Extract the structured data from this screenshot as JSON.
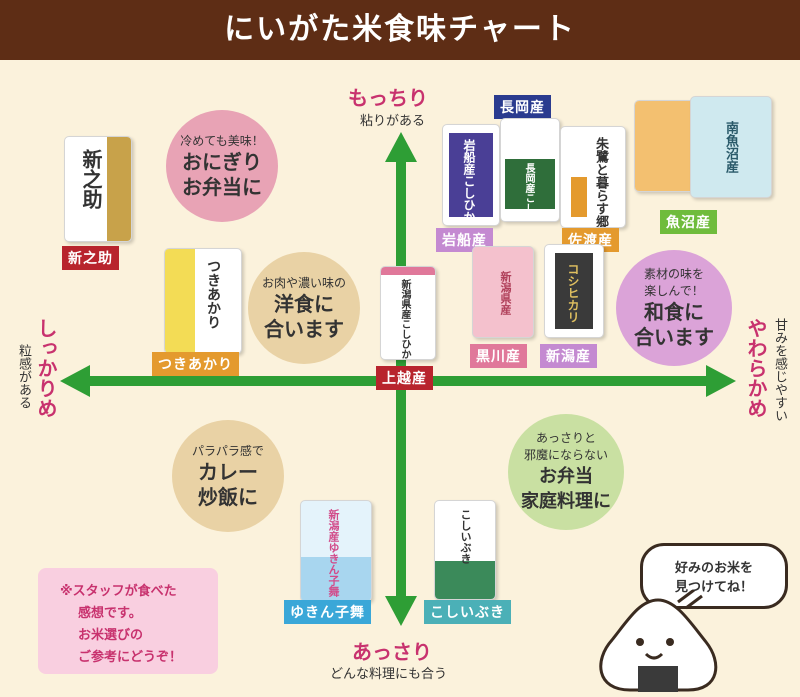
{
  "header": {
    "title": "にいがた米食味チャート"
  },
  "axes": {
    "top": {
      "main": "もっちり",
      "sub": "粘りがある"
    },
    "bottom": {
      "main": "あっさり",
      "sub": "どんな料理にも合う"
    },
    "left": {
      "main": "しっかりめ",
      "sub": "粒感がある"
    },
    "right": {
      "main": "やわらかめ",
      "sub": "甘みを感じやすい"
    }
  },
  "bubbles": {
    "onigiri": {
      "line1": "冷めても美味！",
      "line2": "おにぎり",
      "line3": "お弁当に"
    },
    "yoshoku": {
      "line1": "お肉や濃い味の",
      "line2": "洋食に",
      "line3": "合います"
    },
    "washoku": {
      "line1": "素材の味を",
      "line2": "楽しんで！",
      "line3": "和食に",
      "line4": "合います"
    },
    "curry": {
      "line1": "パラパラ感で",
      "line2": "カレー",
      "line3": "炒飯に"
    },
    "bento": {
      "line1": "あっさりと",
      "line2": "邪魔にならない",
      "line3": "お弁当",
      "line4": "家庭料理に"
    }
  },
  "products": {
    "shinnosuke": {
      "label": "新之助",
      "bag_text": "新之助"
    },
    "tsukiakari": {
      "label": "つきあかり",
      "bag_text": "つきあかり"
    },
    "joetsu": {
      "label": "上越産",
      "bag_text": "新潟県産こしひかり"
    },
    "iwafune": {
      "label": "岩船産",
      "bag_text": "岩船産こしひかり"
    },
    "nagaoka": {
      "label": "長岡産",
      "bag_text": "長岡産こしひかり"
    },
    "sado": {
      "label": "佐渡産",
      "bag_text": "朱鷺と暮らす郷"
    },
    "uonuma": {
      "label": "魚沼産",
      "bag_text": "南魚沼産"
    },
    "kurokawa": {
      "label": "黒川産",
      "bag_text": "新潟県産"
    },
    "niigata": {
      "label": "新潟産",
      "bag_text": "コシヒカリ"
    },
    "yukinkomai": {
      "label": "ゆきん子舞",
      "bag_text": "新潟産ゆきん子舞"
    },
    "koshiibuki": {
      "label": "こしいぶき",
      "bag_text": "こしいぶき"
    }
  },
  "note": {
    "line1": "※スタッフが食べた",
    "line2": "感想です。",
    "line3": "お米選びの",
    "line4": "ご参考にどうぞ！"
  },
  "speech": {
    "line1": "好みのお米を",
    "line2": "見つけてね！"
  },
  "colors": {
    "axis": "#2e9e35",
    "header": "#5e2d15",
    "accent": "#c8326e",
    "background": "#fbf2dc"
  }
}
